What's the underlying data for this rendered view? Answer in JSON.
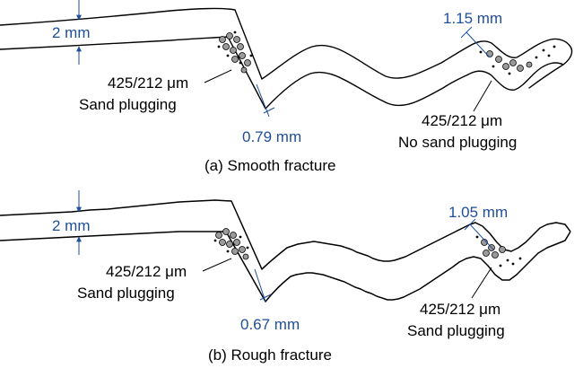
{
  "panel_a": {
    "caption": "(a)  Smooth fracture",
    "aperture_label": "2 mm",
    "bend_width_label": "0.79 mm",
    "right_width_label": "1.15 mm",
    "left_particle_size": "425/212 μm",
    "left_plugging_status": "Sand plugging",
    "right_particle_size": "425/212 μm",
    "right_plugging_status": "No sand plugging"
  },
  "panel_b": {
    "caption": "(b)  Rough fracture",
    "aperture_label": "2 mm",
    "bend_width_label": "0.67 mm",
    "right_width_label": "1.05 mm",
    "left_particle_size": "425/212 μm",
    "left_plugging_status": "Sand plugging",
    "right_particle_size": "425/212 μm",
    "right_plugging_status": "Sand plugging"
  },
  "colors": {
    "dimension": "#1f4e9a",
    "outline": "#000000",
    "sand": "#9a9a9a"
  }
}
